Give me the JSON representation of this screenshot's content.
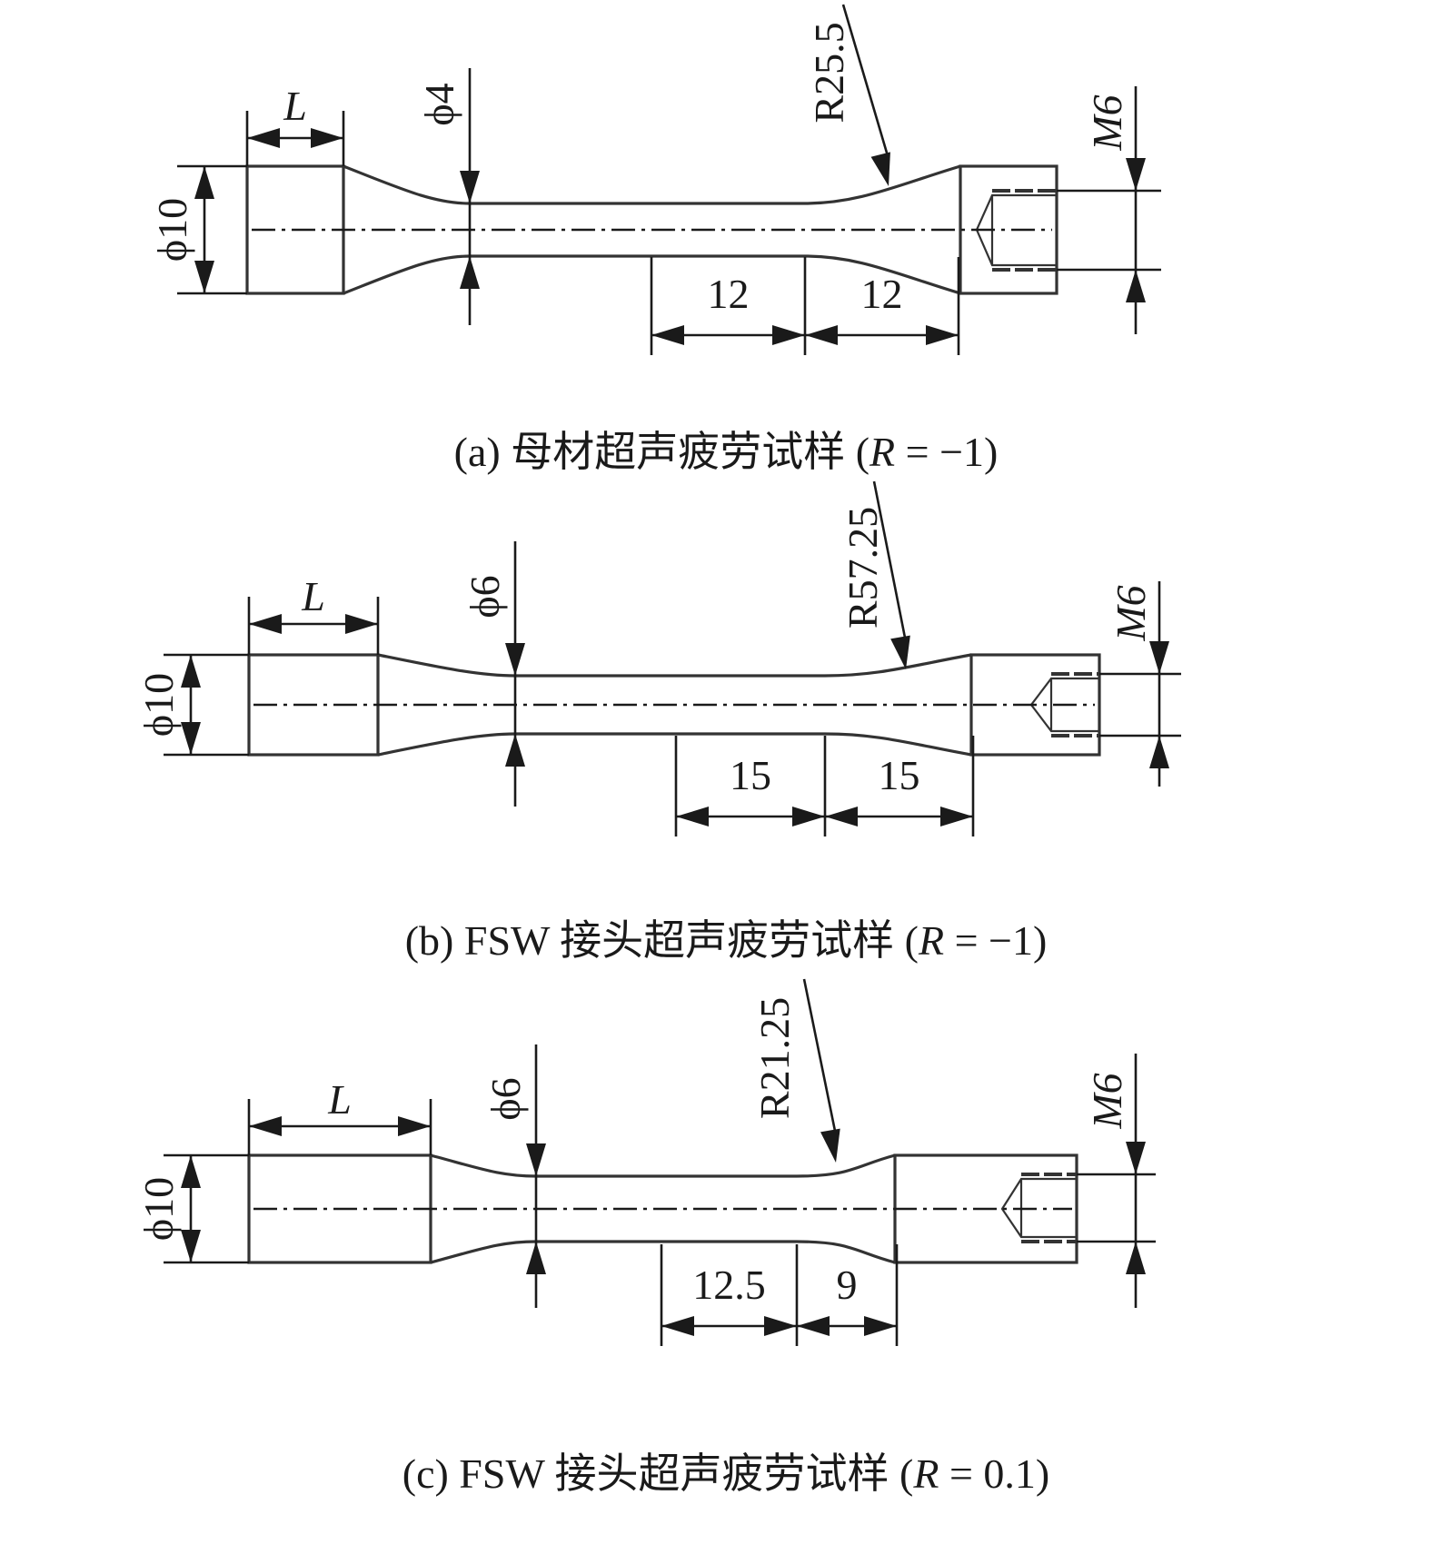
{
  "figure": {
    "panels": [
      {
        "id": "a",
        "caption_prefix": "(a) 母材超声疲劳试样 (",
        "caption_r": "R",
        "caption_suffix": " = −1)",
        "grip_diameter_label": "ϕ10",
        "grip_length_label": "L",
        "neck_diameter_label": "ϕ4",
        "radius_label": "R25.5",
        "thread_label": "M6",
        "dim_left_label": "12",
        "dim_right_label": "12"
      },
      {
        "id": "b",
        "caption_prefix": "(b) FSW 接头超声疲劳试样 (",
        "caption_r": "R",
        "caption_suffix": " = −1)",
        "grip_diameter_label": "ϕ10",
        "grip_length_label": "L",
        "neck_diameter_label": "ϕ6",
        "radius_label": "R57.25",
        "thread_label": "M6",
        "dim_left_label": "15",
        "dim_right_label": "15"
      },
      {
        "id": "c",
        "caption_prefix": "(c) FSW 接头超声疲劳试样 (",
        "caption_r": "R",
        "caption_suffix": " = 0.1)",
        "grip_diameter_label": "ϕ10",
        "grip_length_label": "L",
        "neck_diameter_label": "ϕ6",
        "radius_label": "R21.25",
        "thread_label": "M6",
        "dim_left_label": "12.5",
        "dim_right_label": "9"
      }
    ]
  }
}
